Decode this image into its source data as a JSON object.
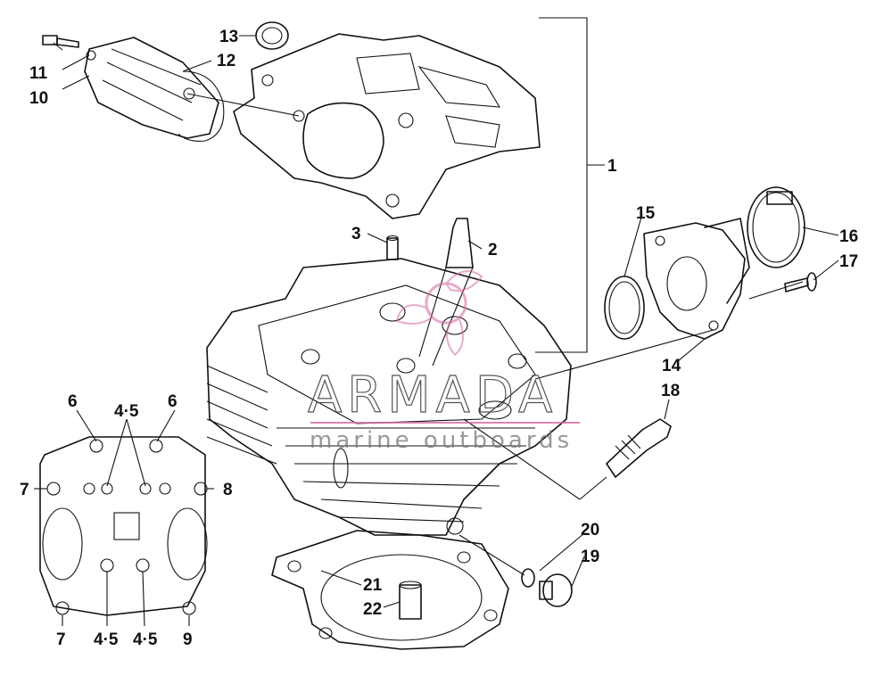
{
  "diagram": {
    "part_labels": {
      "p1": "1",
      "p2": "2",
      "p3": "3",
      "p6a": "6",
      "p6b": "6",
      "p45a": "4·5",
      "p7a": "7",
      "p8": "8",
      "p7b": "7",
      "p45b": "4·5",
      "p45c": "4·5",
      "p9": "9",
      "p10": "10",
      "p11": "11",
      "p12": "12",
      "p13": "13",
      "p14": "14",
      "p15": "15",
      "p16": "16",
      "p17": "17",
      "p18": "18",
      "p19": "19",
      "p20": "20",
      "p21": "21",
      "p22": "22"
    }
  },
  "watermark": {
    "brand": "ARMADA",
    "tagline": "marine outboards",
    "color": "#d6679f"
  }
}
